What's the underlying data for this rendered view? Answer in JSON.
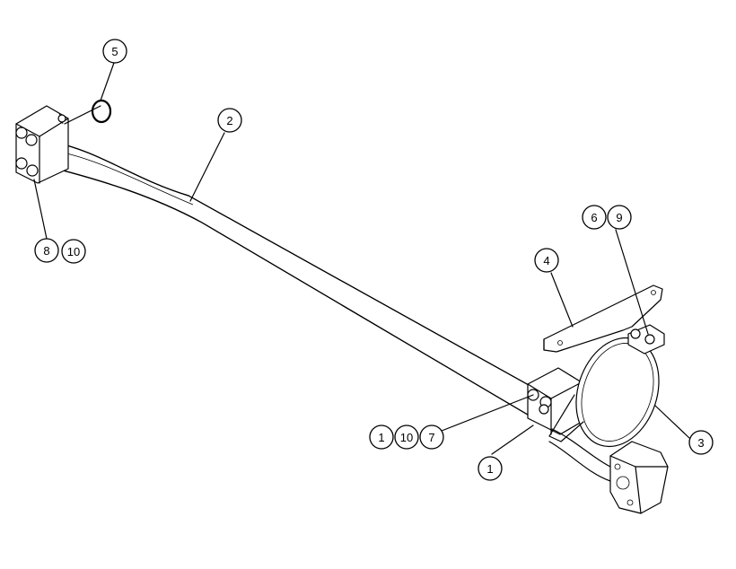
{
  "callouts": [
    {
      "id": "c5",
      "label": "5"
    },
    {
      "id": "c2",
      "label": "2"
    },
    {
      "id": "c8",
      "label": "8"
    },
    {
      "id": "c10a",
      "label": "10"
    },
    {
      "id": "c6",
      "label": "6"
    },
    {
      "id": "c9",
      "label": "9"
    },
    {
      "id": "c4",
      "label": "4"
    },
    {
      "id": "c1a",
      "label": "1"
    },
    {
      "id": "c10b",
      "label": "10"
    },
    {
      "id": "c7",
      "label": "7"
    },
    {
      "id": "c3",
      "label": "3"
    },
    {
      "id": "c1b",
      "label": "1"
    }
  ]
}
